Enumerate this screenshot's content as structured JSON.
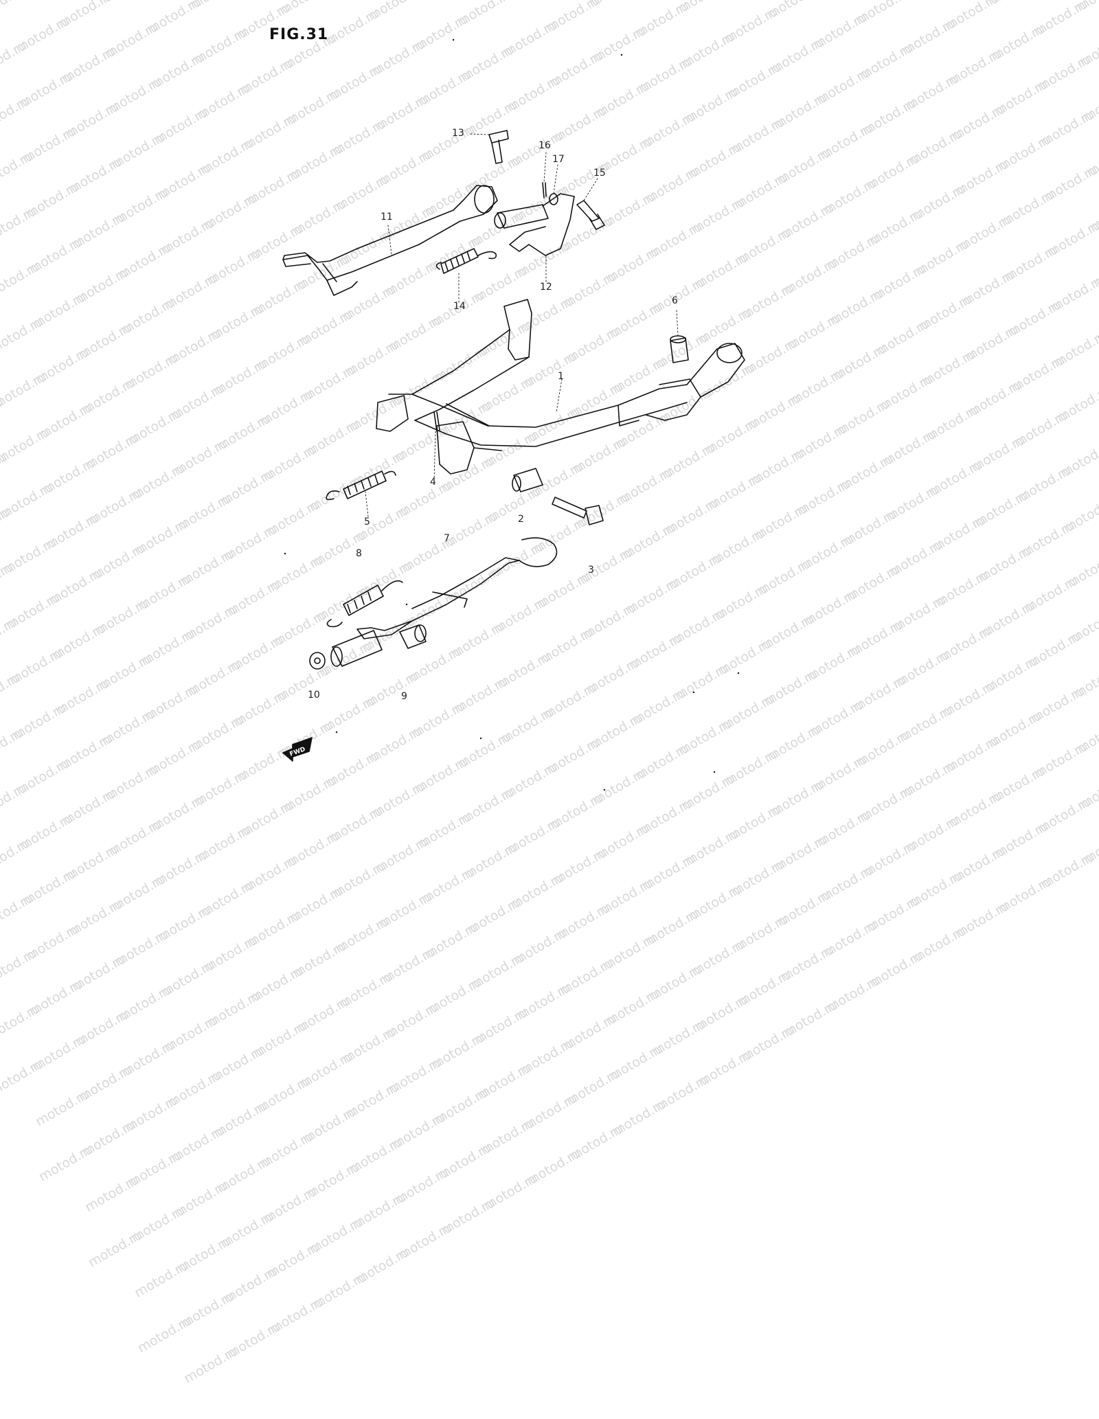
{
  "figure": {
    "title": "FIG.31"
  },
  "watermark": {
    "text": "motod.ru",
    "color": "#d9d9d9"
  },
  "callouts": {
    "c1": "1",
    "c2": "2",
    "c3": "3",
    "c4": "4",
    "c5": "5",
    "c6": "6",
    "c7": "7",
    "c8": "8",
    "c9": "9",
    "c10": "10",
    "c11": "11",
    "c12": "12",
    "c13": "13",
    "c14": "14",
    "c15": "15",
    "c16": "16",
    "c17": "17"
  },
  "direction": {
    "label": "FWD"
  }
}
